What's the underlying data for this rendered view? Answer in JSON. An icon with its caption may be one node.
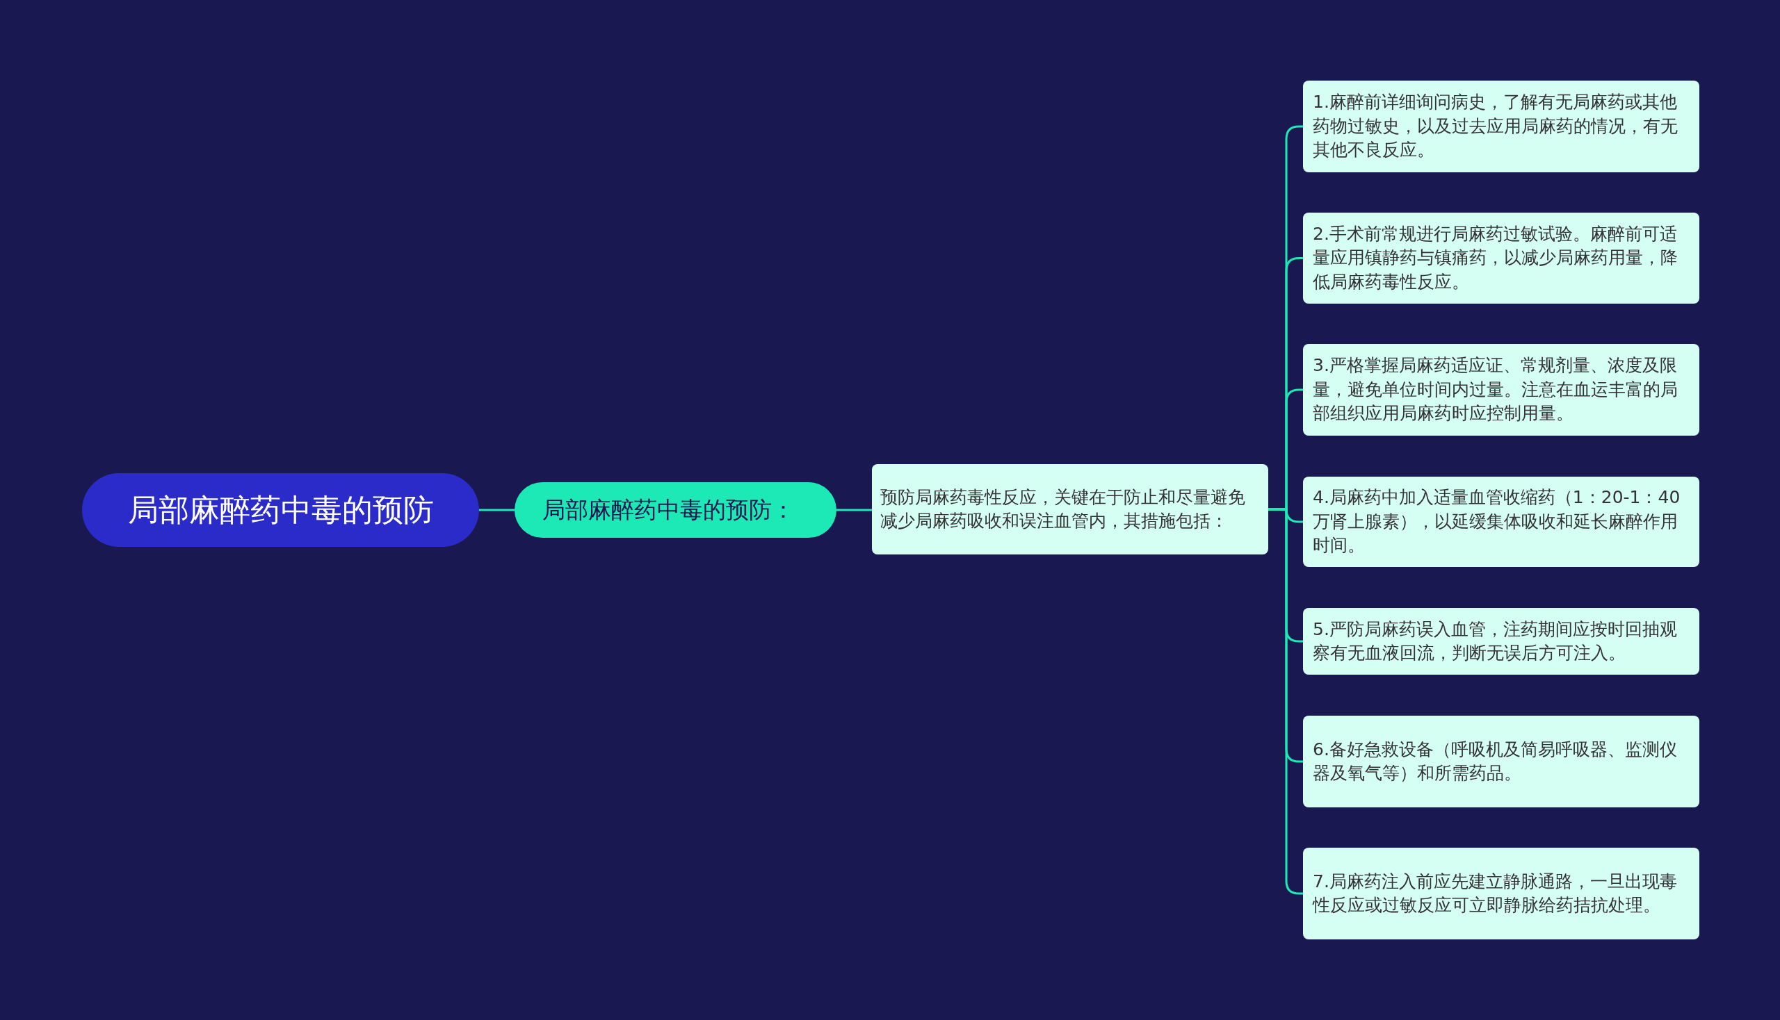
{
  "diagram": {
    "nodes": [
      {
        "text": [
          "局部麻醉药中毒的预防"
        ]
      },
      {
        "text": [
          "局部麻醉药中毒的预防："
        ]
      },
      {
        "text": [
          "预防局麻药毒性反应，关键在于防止和尽量避免减少局麻药吸收和误注血管内，其措施包括："
        ]
      },
      {
        "text": [
          "1.麻醉前详细询问病史，了解有无局麻药或其他药物过敏史，以及过去应用局麻药的情况，有无其他不良反应。"
        ]
      },
      {
        "text": [
          "2.手术前常规进行局麻药过敏试验。麻醉前可适量应用镇静药与镇痛药，以减少局麻药用量，降低局麻药毒性反应。"
        ]
      },
      {
        "text": [
          "3.严格掌握局麻药适应证、常规剂量、浓度及限量，避免单位时间内过量。注意在血运丰富的局部组织应用局麻药时应控制用量。"
        ]
      },
      {
        "text": [
          "4.局麻药中加入适量血管收缩药（1：20-1：40万肾上腺素），以延缓集体吸收和延长麻醉作用时间。"
        ]
      },
      {
        "text": [
          "5.严防局麻药误入血管，注药期间应按时回抽观察有无血液回流，判断无误后方可注入。"
        ]
      },
      {
        "text": [
          "6.备好急救设备（呼吸机及简易呼吸器、监测仪器及氧气等）和所需药品。"
        ]
      },
      {
        "text": [
          "7.局麻药注入前应先建立静脉通路，一旦出现毒性反应或过敏反应可立即静脉给药拮抗处理。"
        ]
      }
    ],
    "edges": [
      {
        "from": 0,
        "to": 1,
        "arrow": "none"
      },
      {
        "from": 1,
        "to": 2,
        "arrow": "none"
      },
      {
        "from": 2,
        "to": 3,
        "arrow": "none"
      },
      {
        "from": 2,
        "to": 4,
        "arrow": "none"
      },
      {
        "from": 2,
        "to": 5,
        "arrow": "none"
      },
      {
        "from": 2,
        "to": 6,
        "arrow": "none"
      },
      {
        "from": 2,
        "to": 7,
        "arrow": "none"
      },
      {
        "from": 2,
        "to": 8,
        "arrow": "none"
      },
      {
        "from": 2,
        "to": 9,
        "arrow": "none"
      }
    ]
  }
}
